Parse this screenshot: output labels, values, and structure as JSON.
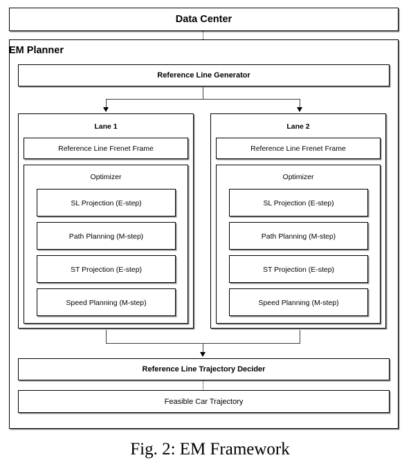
{
  "figure": {
    "caption": "Fig. 2: EM Framework"
  },
  "data_center": {
    "title": "Data Center"
  },
  "em_planner": {
    "title": "EM Planner",
    "reference_line_generator": "Reference Line Generator",
    "reference_line_trajectory_decider": "Reference Line Trajectory Decider",
    "feasible_car_trajectory": "Feasible Car Trajectory",
    "lanes": [
      {
        "title": "Lane 1",
        "frenet_frame": "Reference Line Frenet Frame",
        "optimizer": {
          "title": "Optimizer",
          "steps": [
            "SL Projection (E-step)",
            "Path Planning (M-step)",
            "ST Projection (E-step)",
            "Speed Planning (M-step)"
          ]
        }
      },
      {
        "title": "Lane 2",
        "frenet_frame": "Reference Line Frenet Frame",
        "optimizer": {
          "title": "Optimizer",
          "steps": [
            "SL Projection (E-step)",
            "Path Planning (M-step)",
            "ST Projection (E-step)",
            "Speed Planning (M-step)"
          ]
        }
      }
    ]
  },
  "colors": {
    "border": "#000000",
    "shadow": "#8a8a8a",
    "connector": "#3b3b3b",
    "background": "#ffffff",
    "text": "#000000"
  }
}
